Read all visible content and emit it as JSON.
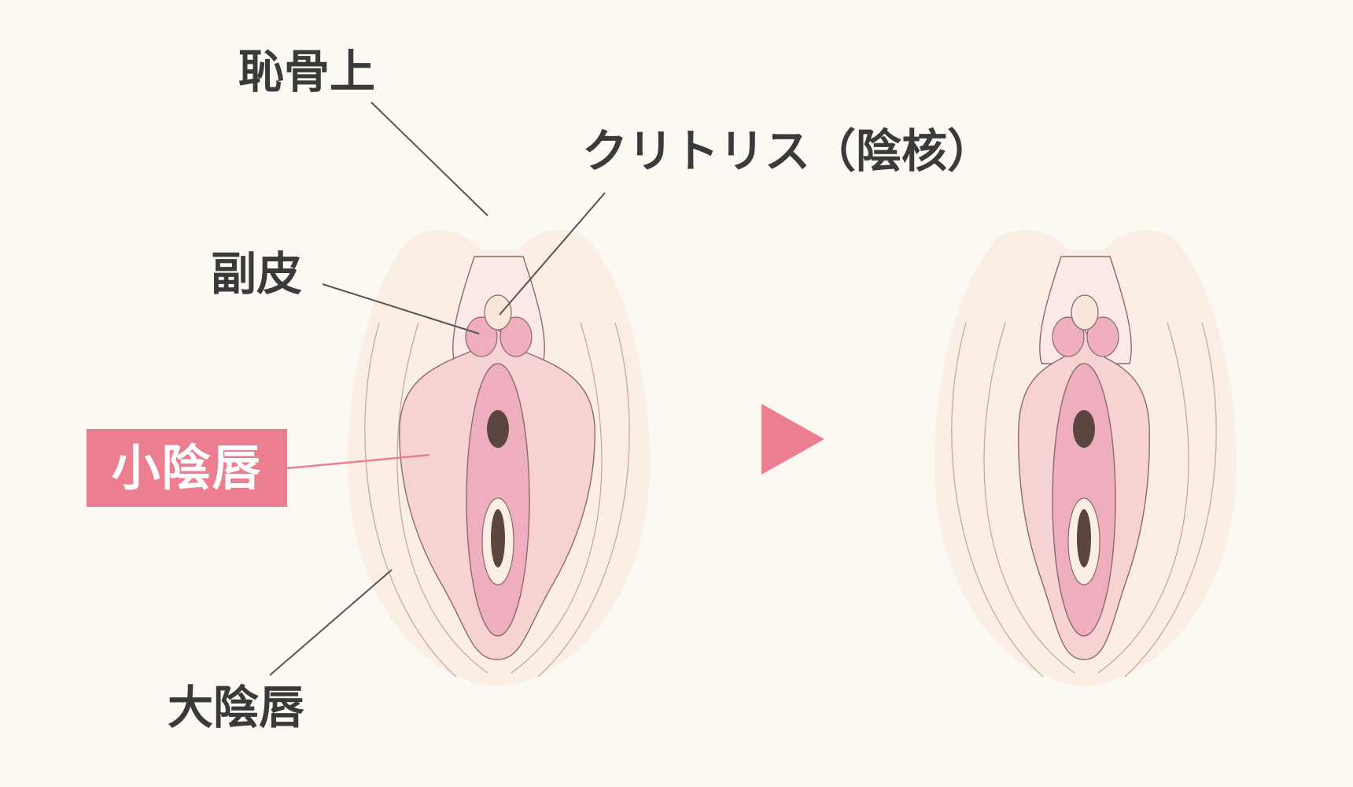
{
  "labels": {
    "mons_pubis": "恥骨上",
    "clitoris": "クリトリス（陰核）",
    "prepuce": "副皮",
    "labia_minora": "小陰唇",
    "labia_majora": "大陰唇"
  },
  "colors": {
    "background": "#fcf8f2",
    "accent": "#ec7f8f",
    "outer_skin": "#fbeee4",
    "labia_minora_fill": "#f7d2d2",
    "inner_pink": "#eeaebe",
    "dark_opening": "#5a463e",
    "line": "#555555"
  }
}
